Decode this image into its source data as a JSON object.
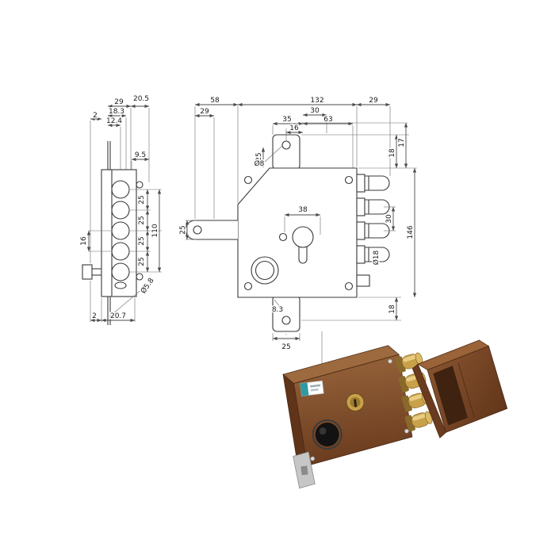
{
  "side": {
    "d2t": "2",
    "d29": "29",
    "d205": "20.5",
    "d183": "18.3",
    "d124": "12.4",
    "d95": "9.5",
    "d25a": "25",
    "d25b": "25",
    "d25c": "25",
    "d25d": "25",
    "d110": "110",
    "d16": "16",
    "d2b": "2",
    "d207": "20.7",
    "drod": "Ø5.8"
  },
  "front": {
    "d58": "58",
    "d29l": "29",
    "d132": "132",
    "d29r": "29",
    "d30": "30",
    "d35": "35",
    "d63": "63",
    "d16": "16",
    "d38": "38",
    "darm25": "25",
    "dch25": "25",
    "ddia8": "Ø8",
    "d18t": "18",
    "d17": "17",
    "d146": "146",
    "d30r": "30",
    "ddia18": "Ø18",
    "d18b": "18",
    "d83": "8.3",
    "d25b": "25"
  },
  "colors": {
    "line": "#3a3a3a",
    "body_brown": "#7e4a29",
    "body_top": "#9c6a3e",
    "body_side": "#5f3419",
    "brass": "#c9a14b",
    "brass_light": "#ecd28a",
    "knob_black": "#121212",
    "label_teal": "#2e9aa3",
    "plate_gray": "#c6c6c6"
  }
}
